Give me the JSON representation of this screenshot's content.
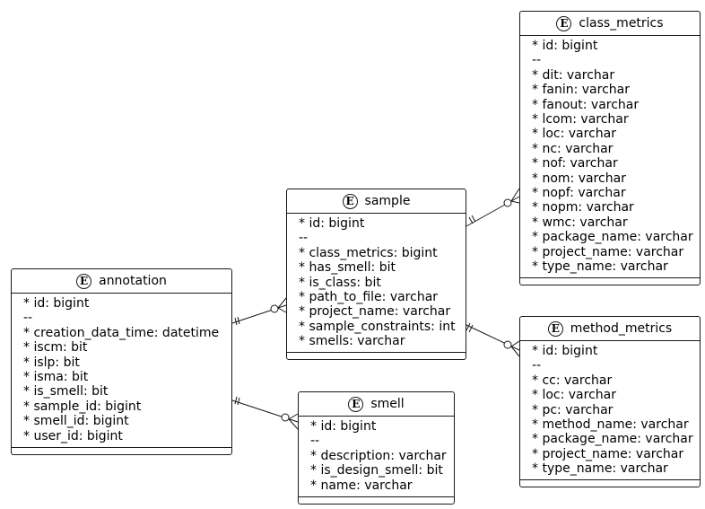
{
  "entities": {
    "class_metrics": {
      "badge": "E",
      "title": "class_metrics",
      "fields": [
        "* id: bigint",
        "--",
        "* dit: varchar",
        "* fanin: varchar",
        "* fanout: varchar",
        "* lcom: varchar",
        "* loc: varchar",
        "* nc: varchar",
        "* nof: varchar",
        "* nom: varchar",
        "* nopf: varchar",
        "* nopm: varchar",
        "* wmc: varchar",
        "* package_name: varchar",
        "* project_name: varchar",
        "* type_name: varchar"
      ]
    },
    "sample": {
      "badge": "E",
      "title": "sample",
      "fields": [
        "* id: bigint",
        "--",
        "* class_metrics: bigint",
        "* has_smell: bit",
        "* is_class: bit",
        "* path_to_file: varchar",
        "* project_name: varchar",
        "* sample_constraints: int",
        "* smells: varchar"
      ]
    },
    "annotation": {
      "badge": "E",
      "title": "annotation",
      "fields": [
        "* id: bigint",
        "--",
        "* creation_data_time: datetime",
        "* iscm: bit",
        "* islp: bit",
        "* isma: bit",
        "* is_smell: bit",
        "* sample_id: bigint",
        "* smell_id: bigint",
        "* user_id: bigint"
      ]
    },
    "smell": {
      "badge": "E",
      "title": "smell",
      "fields": [
        "* id: bigint",
        "--",
        "* description: varchar",
        "* is_design_smell: bit",
        "* name: varchar"
      ]
    },
    "method_metrics": {
      "badge": "E",
      "title": "method_metrics",
      "fields": [
        "* id: bigint",
        "--",
        "* cc: varchar",
        "* loc: varchar",
        "* pc: varchar",
        "* method_name: varchar",
        "* package_name: varchar",
        "* project_name: varchar",
        "* type_name: varchar"
      ]
    }
  },
  "relationships": [
    {
      "from": "sample",
      "to": "class_metrics",
      "from_end": "exactly-one",
      "to_end": "zero-or-many"
    },
    {
      "from": "sample",
      "to": "method_metrics",
      "from_end": "exactly-one",
      "to_end": "zero-or-many"
    },
    {
      "from": "annotation",
      "to": "sample",
      "from_end": "exactly-one",
      "to_end": "zero-or-many"
    },
    {
      "from": "annotation",
      "to": "smell",
      "from_end": "exactly-one",
      "to_end": "zero-or-many"
    }
  ]
}
